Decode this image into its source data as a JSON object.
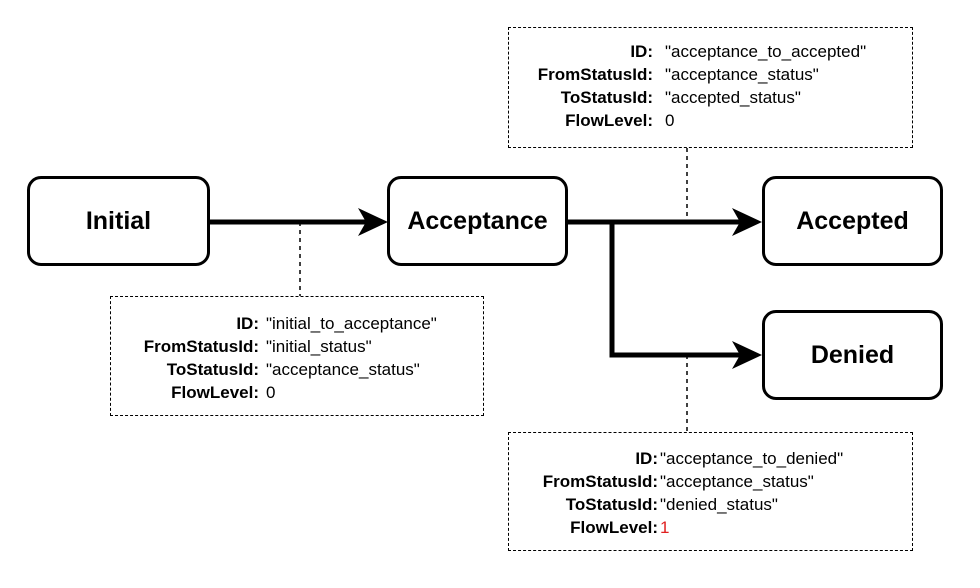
{
  "nodes": {
    "initial": "Initial",
    "acceptance": "Acceptance",
    "accepted": "Accepted",
    "denied": "Denied"
  },
  "notes": {
    "initial_to_acceptance": {
      "rows": [
        {
          "key": "ID:",
          "value": "\"initial_to_acceptance\""
        },
        {
          "key": "FromStatusId:",
          "value": "\"initial_status\""
        },
        {
          "key": "ToStatusId:",
          "value": "\"acceptance_status\""
        },
        {
          "key": "FlowLevel:",
          "value": "0"
        }
      ]
    },
    "acceptance_to_accepted": {
      "rows": [
        {
          "key": "ID:",
          "value": "\"acceptance_to_accepted\""
        },
        {
          "key": "FromStatusId:",
          "value": "\"acceptance_status\""
        },
        {
          "key": "ToStatusId:",
          "value": "\"accepted_status\""
        },
        {
          "key": "FlowLevel:",
          "value": "0"
        }
      ]
    },
    "acceptance_to_denied": {
      "rows": [
        {
          "key": "ID:",
          "value": "\"acceptance_to_denied\""
        },
        {
          "key": "FromStatusId:",
          "value": "\"acceptance_status\""
        },
        {
          "key": "ToStatusId:",
          "value": "\"denied_status\""
        },
        {
          "key": "FlowLevel:",
          "value": "1"
        }
      ]
    }
  },
  "colors": {
    "stroke": "#000000",
    "highlight": "#e02020"
  }
}
